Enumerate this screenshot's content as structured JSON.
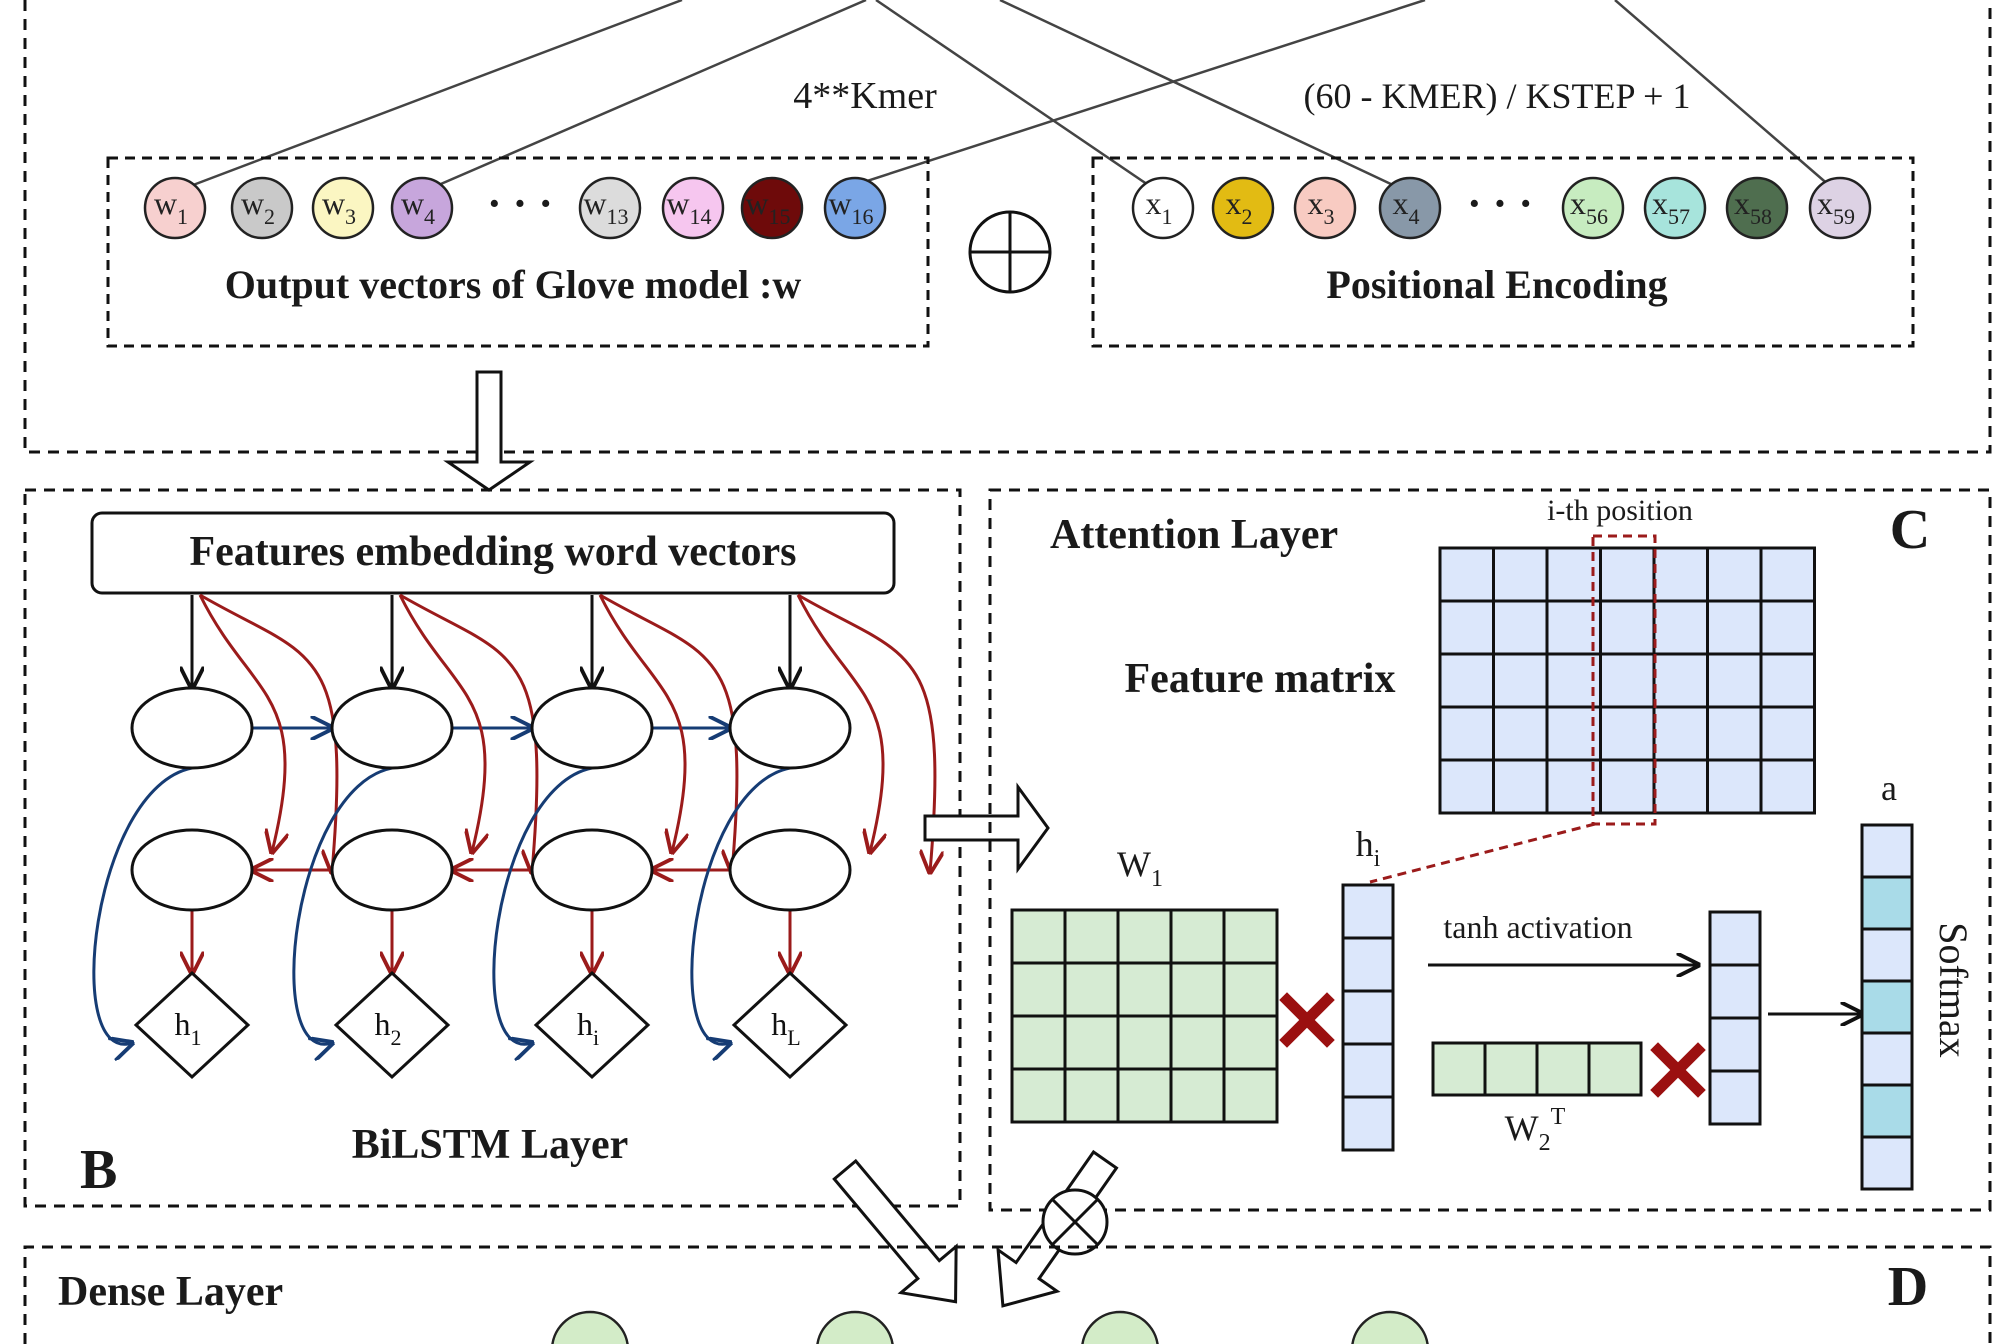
{
  "top": {
    "kmer_label": "4**Kmer",
    "count_label": "(60 - KMER) / KSTEP + 1",
    "glove": {
      "title": "Output vectors of Glove model :w",
      "nodes": [
        {
          "base": "w",
          "sub": "1",
          "color": "#f7d0cf"
        },
        {
          "base": "w",
          "sub": "2",
          "color": "#c9c9c9"
        },
        {
          "base": "w",
          "sub": "3",
          "color": "#fbf6c2"
        },
        {
          "base": "w",
          "sub": "4",
          "color": "#c7a6dc"
        },
        {
          "base": "w",
          "sub": "13",
          "color": "#dcdcdc"
        },
        {
          "base": "w",
          "sub": "14",
          "color": "#f6c6ef"
        },
        {
          "base": "w",
          "sub": "15",
          "color": "#6e0a0a"
        },
        {
          "base": "w",
          "sub": "16",
          "color": "#7aa6e6"
        }
      ]
    },
    "plus_symbol": "⊕",
    "pos": {
      "title": "Positional Encoding",
      "nodes": [
        {
          "base": "x",
          "sub": "1",
          "color": "#ffffff"
        },
        {
          "base": "x",
          "sub": "2",
          "color": "#e2bb13"
        },
        {
          "base": "x",
          "sub": "3",
          "color": "#f8cbc2"
        },
        {
          "base": "x",
          "sub": "4",
          "color": "#8898a8"
        },
        {
          "base": "x",
          "sub": "56",
          "color": "#c7ecc0"
        },
        {
          "base": "x",
          "sub": "57",
          "color": "#a7e4dc"
        },
        {
          "base": "x",
          "sub": "58",
          "color": "#4f6e4f"
        },
        {
          "base": "x",
          "sub": "59",
          "color": "#ddd2e4"
        }
      ]
    }
  },
  "bilstm": {
    "embed_label": "Features embedding word vectors",
    "layer_label": "BiLSTM Layer",
    "panel_letter": "B",
    "outputs": [
      {
        "base": "h",
        "sub": "1"
      },
      {
        "base": "h",
        "sub": "2"
      },
      {
        "base": "h",
        "sub": "i"
      },
      {
        "base": "h",
        "sub": "L"
      }
    ]
  },
  "attention": {
    "title": "Attention Layer",
    "panel_letter": "C",
    "ith_label": "i-th position",
    "feature_label": "Feature matrix",
    "w1_base": "W",
    "w1_sub": "1",
    "hi_base": "h",
    "hi_sub": "i",
    "tanh_label": "tanh activation",
    "w2_base": "W",
    "w2_sub": "2",
    "w2_sup": "T",
    "a_label": "a",
    "softmax_label": "Softmax",
    "mult_symbol": "✖",
    "otimes_symbol": "⊗"
  },
  "dense": {
    "title": "Dense Layer",
    "panel_letter": "D"
  },
  "colors": {
    "blue_cell": "#dce7fb",
    "green_cell": "#d6ebd3",
    "cyan_cell": "#a9dbe8",
    "red_arrow": "#9b1b1b",
    "blue_arrow": "#163c74",
    "cross": "#9b1010",
    "dense_node": "#d3ecc8"
  }
}
